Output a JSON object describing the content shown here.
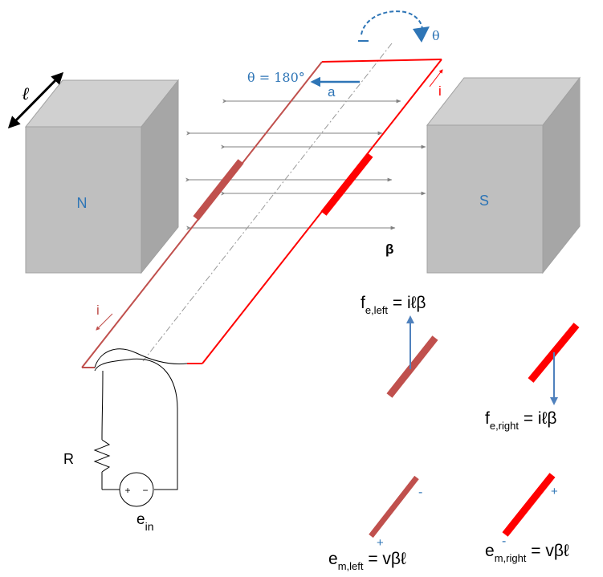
{
  "labels": {
    "north_pole": "N",
    "south_pole": "S",
    "length": "ℓ",
    "theta": "θ",
    "theta_angle": "θ = 180°",
    "a": "a",
    "current_right": "i",
    "current_left": "i",
    "beta": "β",
    "resistor": "R",
    "source_plus": "+",
    "source_minus": "−",
    "source_e": "e",
    "source_sub": "in"
  },
  "force_left": {
    "f": "f",
    "sub": "e,left",
    "rhs": " = iℓβ"
  },
  "force_right": {
    "f": "f",
    "sub": "e,right",
    "rhs": " = iℓβ"
  },
  "emf_left": {
    "e": "e",
    "sub": "m,left",
    "rhs": " = vβℓ",
    "minus": "-",
    "plus": "+"
  },
  "emf_right": {
    "e": "e",
    "sub": "m,right",
    "rhs": " = vβℓ",
    "minus": "-",
    "plus": "+"
  },
  "colors": {
    "magnet_front": "#bfbfbf",
    "magnet_side": "#a6a6a6",
    "magnet_top": "#d0d0d0",
    "conductor_left": "#c0504d",
    "conductor_right": "#ff0000",
    "field_arrow": "#808080",
    "label_blue": "#2e75b6",
    "force_arrow": "#4f81bd"
  }
}
